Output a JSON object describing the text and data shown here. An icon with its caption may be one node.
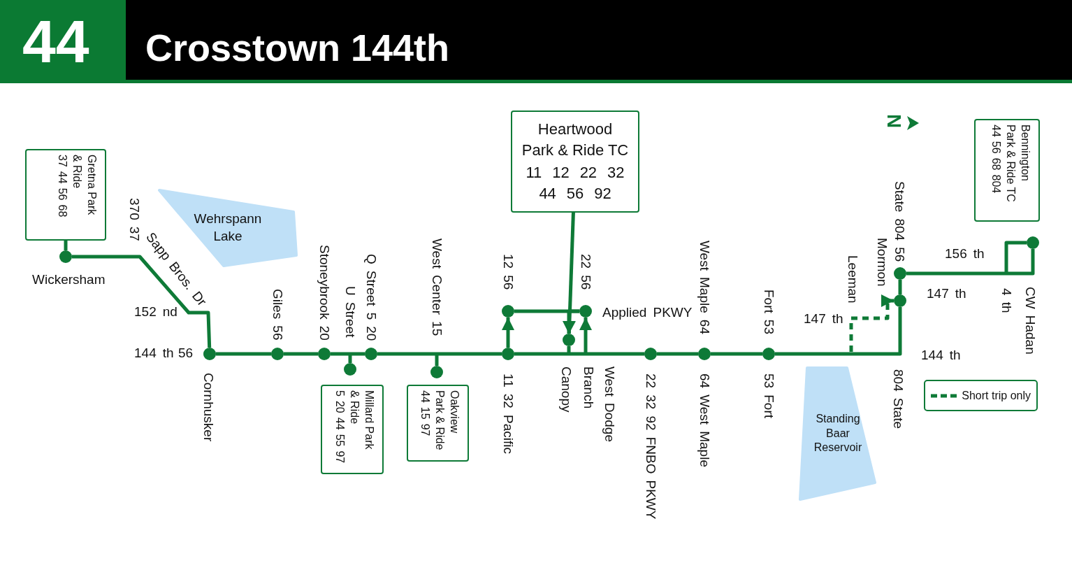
{
  "diagram": {
    "title": "Crosstown 144th",
    "nodes": [
      {
        "text": [
          "Gretna Park & Ride",
          "37 44 56 68"
        ]
      },
      {
        "text": [
          "Heartwood Park & Ride TC",
          "11 12 22 32 44 56 92"
        ]
      },
      {
        "text": [
          "Bennington Park & Ride TC",
          "44 56 68 804"
        ]
      },
      {
        "text": [
          "Wehrspann Lake"
        ]
      },
      {
        "text": [],
        "shape": "circle",
        "beside": [
          "Wickersham"
        ]
      },
      {
        "text": [],
        "shape": "circle",
        "beside": [
          "144 th",
          "56",
          "Cornhusker"
        ]
      },
      {
        "text": [],
        "shape": "circle",
        "beside": [
          "Giles 56"
        ]
      },
      {
        "text": [],
        "shape": "circle",
        "beside": [
          "Stoneybrook 20"
        ]
      },
      {
        "text": [],
        "shape": "circle"
      },
      {
        "text": [
          "Millard Park & Ride",
          "5 20 44 55 97"
        ]
      },
      {
        "text": [],
        "shape": "circle",
        "beside": [
          "Q Street 5 20"
        ]
      },
      {
        "text": [],
        "shape": "circle",
        "beside": [
          "West Center 15"
        ]
      },
      {
        "text": [
          "Oakview Park & Ride",
          "44 15 97"
        ]
      },
      {
        "text": [],
        "shape": "circle",
        "beside": [
          "11 32 Pacific"
        ]
      },
      {
        "text": [],
        "shape": "circle",
        "beside": [
          "12 56"
        ]
      },
      {
        "text": [],
        "shape": "circle",
        "beside": [
          "22 56",
          "Applied PKWY"
        ]
      },
      {
        "text": [],
        "shape": "circle"
      },
      {
        "text": [],
        "shape": "circle",
        "beside": [
          "22 32 92 FNBO PKWY"
        ]
      },
      {
        "text": [],
        "shape": "circle",
        "beside": [
          "West Maple 64",
          "64 West Maple"
        ]
      },
      {
        "text": [],
        "shape": "circle",
        "beside": [
          "Fort 53",
          "53 Fort"
        ]
      },
      {
        "text": [],
        "shape": "circle",
        "beside": [
          "Mormon",
          "147 th"
        ]
      },
      {
        "text": [],
        "shape": "circle",
        "beside": [
          "State 804 56",
          "156 th"
        ]
      },
      {
        "text": [],
        "shape": "circle",
        "beside": [
          "CW Hadan"
        ]
      },
      {
        "text": [
          "Standing Baar Reservoir"
        ]
      }
    ],
    "edges": [
      {
        "from": 0,
        "to": 4,
        "arrow": "none"
      },
      {
        "from": 4,
        "to": 5,
        "arrow": "none"
      },
      {
        "from": 5,
        "to": 6,
        "arrow": "none"
      },
      {
        "from": 6,
        "to": 7,
        "arrow": "none"
      },
      {
        "from": 7,
        "to": 10,
        "arrow": "none"
      },
      {
        "from": null,
        "to": 8,
        "arrow": "none"
      },
      {
        "from": 10,
        "to": 13,
        "arrow": "none"
      },
      {
        "from": null,
        "to": 11,
        "arrow": "none"
      },
      {
        "from": 13,
        "to": 14,
        "arrow": "to"
      },
      {
        "from": 14,
        "to": 15,
        "arrow": "none"
      },
      {
        "from": 15,
        "to": 16,
        "arrow": "to"
      },
      {
        "from": null,
        "to": 15,
        "arrow": "to"
      },
      {
        "from": 16,
        "to": null,
        "arrow": "none"
      },
      {
        "from": 13,
        "to": 17,
        "arrow": "none"
      },
      {
        "from": 17,
        "to": 18,
        "arrow": "none"
      },
      {
        "from": 18,
        "to": 19,
        "arrow": "none"
      },
      {
        "from": 19,
        "to": 20,
        "arrow": "none"
      },
      {
        "from": 20,
        "to": 21,
        "arrow": "none"
      },
      {
        "from": 21,
        "to": 22,
        "arrow": "none"
      },
      {
        "from": null,
        "to": 20,
        "arrow": "to",
        "style": "dashed"
      },
      {
        "from": 1,
        "to": 16,
        "arrow": "to"
      }
    ],
    "labels": [
      "44",
      "U Street",
      "370 37",
      "Sapp Bros. Dr",
      "152 nd",
      "Canopy",
      "Branch",
      "West Dodge",
      "N",
      "147 th",
      "Leeman",
      "144 th",
      "804 State",
      "4 th"
    ],
    "legend": [
      {
        "text": "Short trip only"
      }
    ]
  }
}
